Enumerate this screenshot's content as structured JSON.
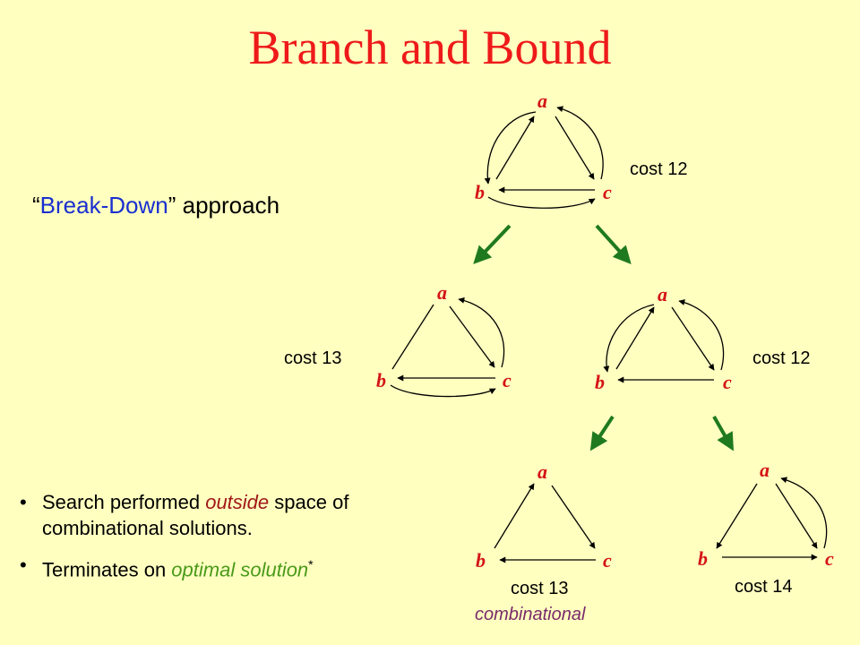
{
  "title": "Branch and Bound",
  "approach": {
    "quoted": "Break-Down",
    "rest": " approach"
  },
  "bullets": {
    "b1": {
      "pre": "Search performed ",
      "em": "outside",
      "post": " space of combinational solutions."
    },
    "b2": {
      "pre": "Terminates on ",
      "em": "optimal solution",
      "sup": "*"
    }
  },
  "nodes": {
    "root": {
      "a": "a",
      "b": "b",
      "c": "c",
      "cost": "cost 12"
    },
    "left": {
      "a": "a",
      "b": "b",
      "c": "c",
      "cost": "cost 13"
    },
    "right": {
      "a": "a",
      "b": "b",
      "c": "c",
      "cost": "cost 12"
    },
    "leaf1": {
      "a": "a",
      "b": "b",
      "c": "c",
      "cost": "cost 13",
      "note": "combinational"
    },
    "leaf2": {
      "a": "a",
      "b": "b",
      "c": "c",
      "cost": "cost 14"
    }
  },
  "colors": {
    "title": "#ee1a1a",
    "background": "#ffffc0",
    "node_label": "#d41414",
    "branch_arrow": "#1f7a1f",
    "approach_quote": "#1a2fd0"
  }
}
